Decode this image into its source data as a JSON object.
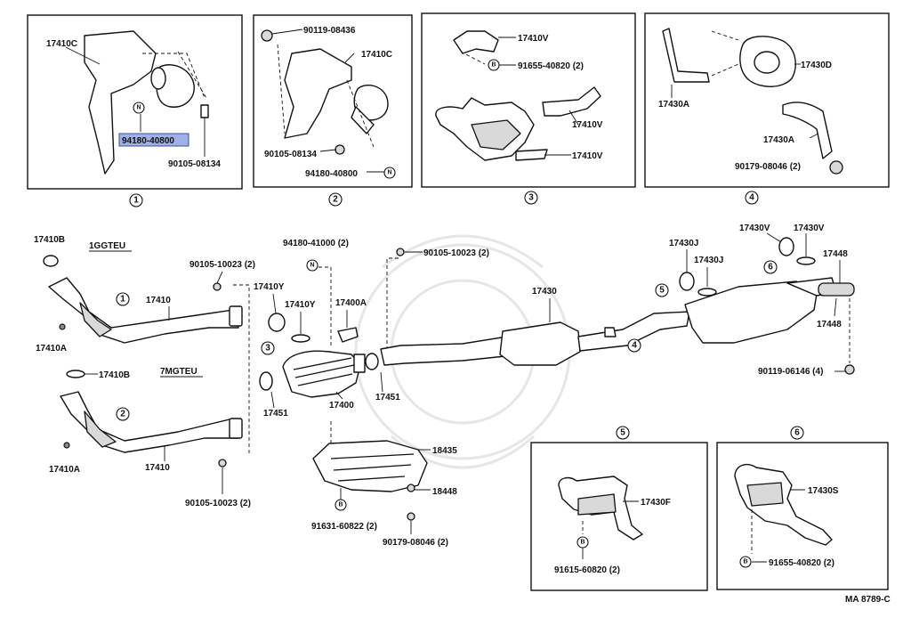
{
  "diagram": {
    "figure_code": "MA 8789-C",
    "engine_labels": [
      "1GGTEU",
      "7MGTEU"
    ],
    "detail_numbers": [
      "1",
      "2",
      "3",
      "4",
      "5",
      "6"
    ],
    "callout_letters": {
      "nut": "N",
      "bolt": "B"
    },
    "highlighted_part": "94180-40800",
    "details": {
      "d1": {
        "labels": [
          "17410C",
          "94180-40800",
          "90105-08134"
        ]
      },
      "d2": {
        "labels": [
          "90119-08436",
          "17410C",
          "90105-08134",
          "94180-40800"
        ]
      },
      "d3": {
        "labels": [
          "17410V",
          "91655-40820 (2)",
          "17410V",
          "17410V"
        ]
      },
      "d4": {
        "labels": [
          "17430D",
          "17430A",
          "17430A",
          "90179-08046 (2)"
        ]
      },
      "d5": {
        "labels": [
          "17430F",
          "91615-60820 (2)"
        ]
      },
      "d6": {
        "labels": [
          "17430S",
          "91655-40820 (2)"
        ]
      }
    },
    "main_labels": [
      "17410B",
      "90105-10023 (2)",
      "17410",
      "17410A",
      "17410B",
      "17410",
      "17410A",
      "90105-10023 (2)",
      "17410Y",
      "17410Y",
      "94180-41000 (2)",
      "17400A",
      "17451",
      "17400",
      "17451",
      "90105-10023 (2)",
      "17430",
      "18435",
      "18448",
      "91631-60822 (2)",
      "90179-08046 (2)",
      "17430J",
      "17430J",
      "17430V",
      "17430V",
      "17448",
      "17448",
      "90119-06146 (4)"
    ]
  }
}
